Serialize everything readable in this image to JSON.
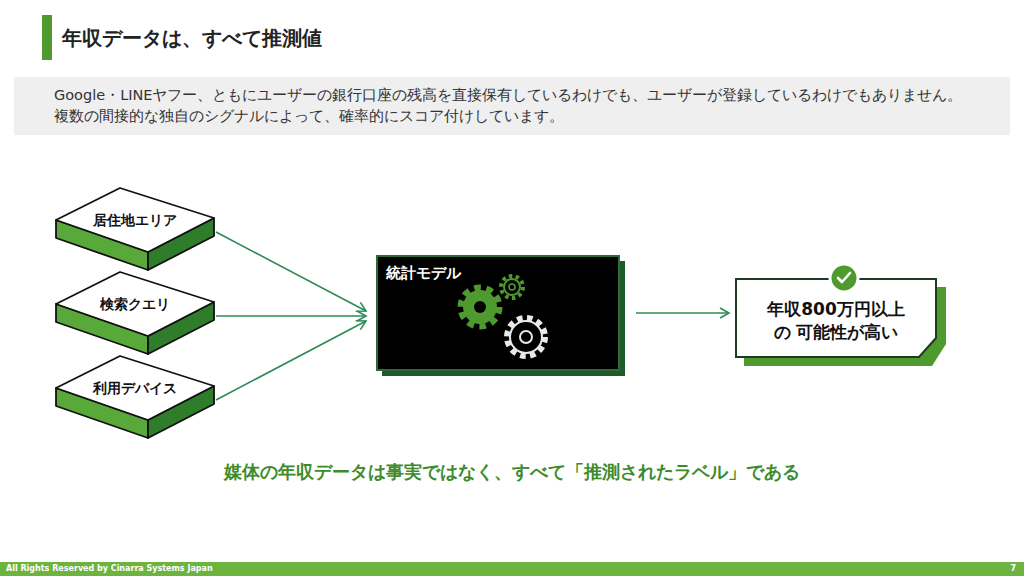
{
  "diagram": {
    "title": "年収データは、すべて推測値",
    "nodes": [
      {
        "text": [
          "Google・LINEヤフー、ともにユーザーの銀行口座の残高を直接保有しているわけでも、ユーザーが登録しているわけでもありません。複数の間接的な独自のシグナルによって、確率的にスコア付けしています。"
        ]
      },
      {
        "text": [
          "居住地エリア"
        ]
      },
      {
        "text": [
          "検索クエリ"
        ]
      },
      {
        "text": [
          "利用デバイス"
        ]
      },
      {
        "text": [
          "統計モデル"
        ]
      },
      {
        "text": [
          "年収800万円以上の 可能性が高い"
        ]
      }
    ],
    "edges": [
      {
        "from": 1,
        "to": 4,
        "arrow": "to"
      },
      {
        "from": 2,
        "to": 4,
        "arrow": "to"
      },
      {
        "from": 3,
        "to": 4,
        "arrow": "to"
      },
      {
        "from": 4,
        "to": 5,
        "arrow": "to"
      }
    ],
    "labels": [
      "媒体の年収データは事実ではなく、すべて「推測されたラベル」である",
      "All Rights Reserved by Cinarra Systems Japan",
      "7"
    ]
  }
}
